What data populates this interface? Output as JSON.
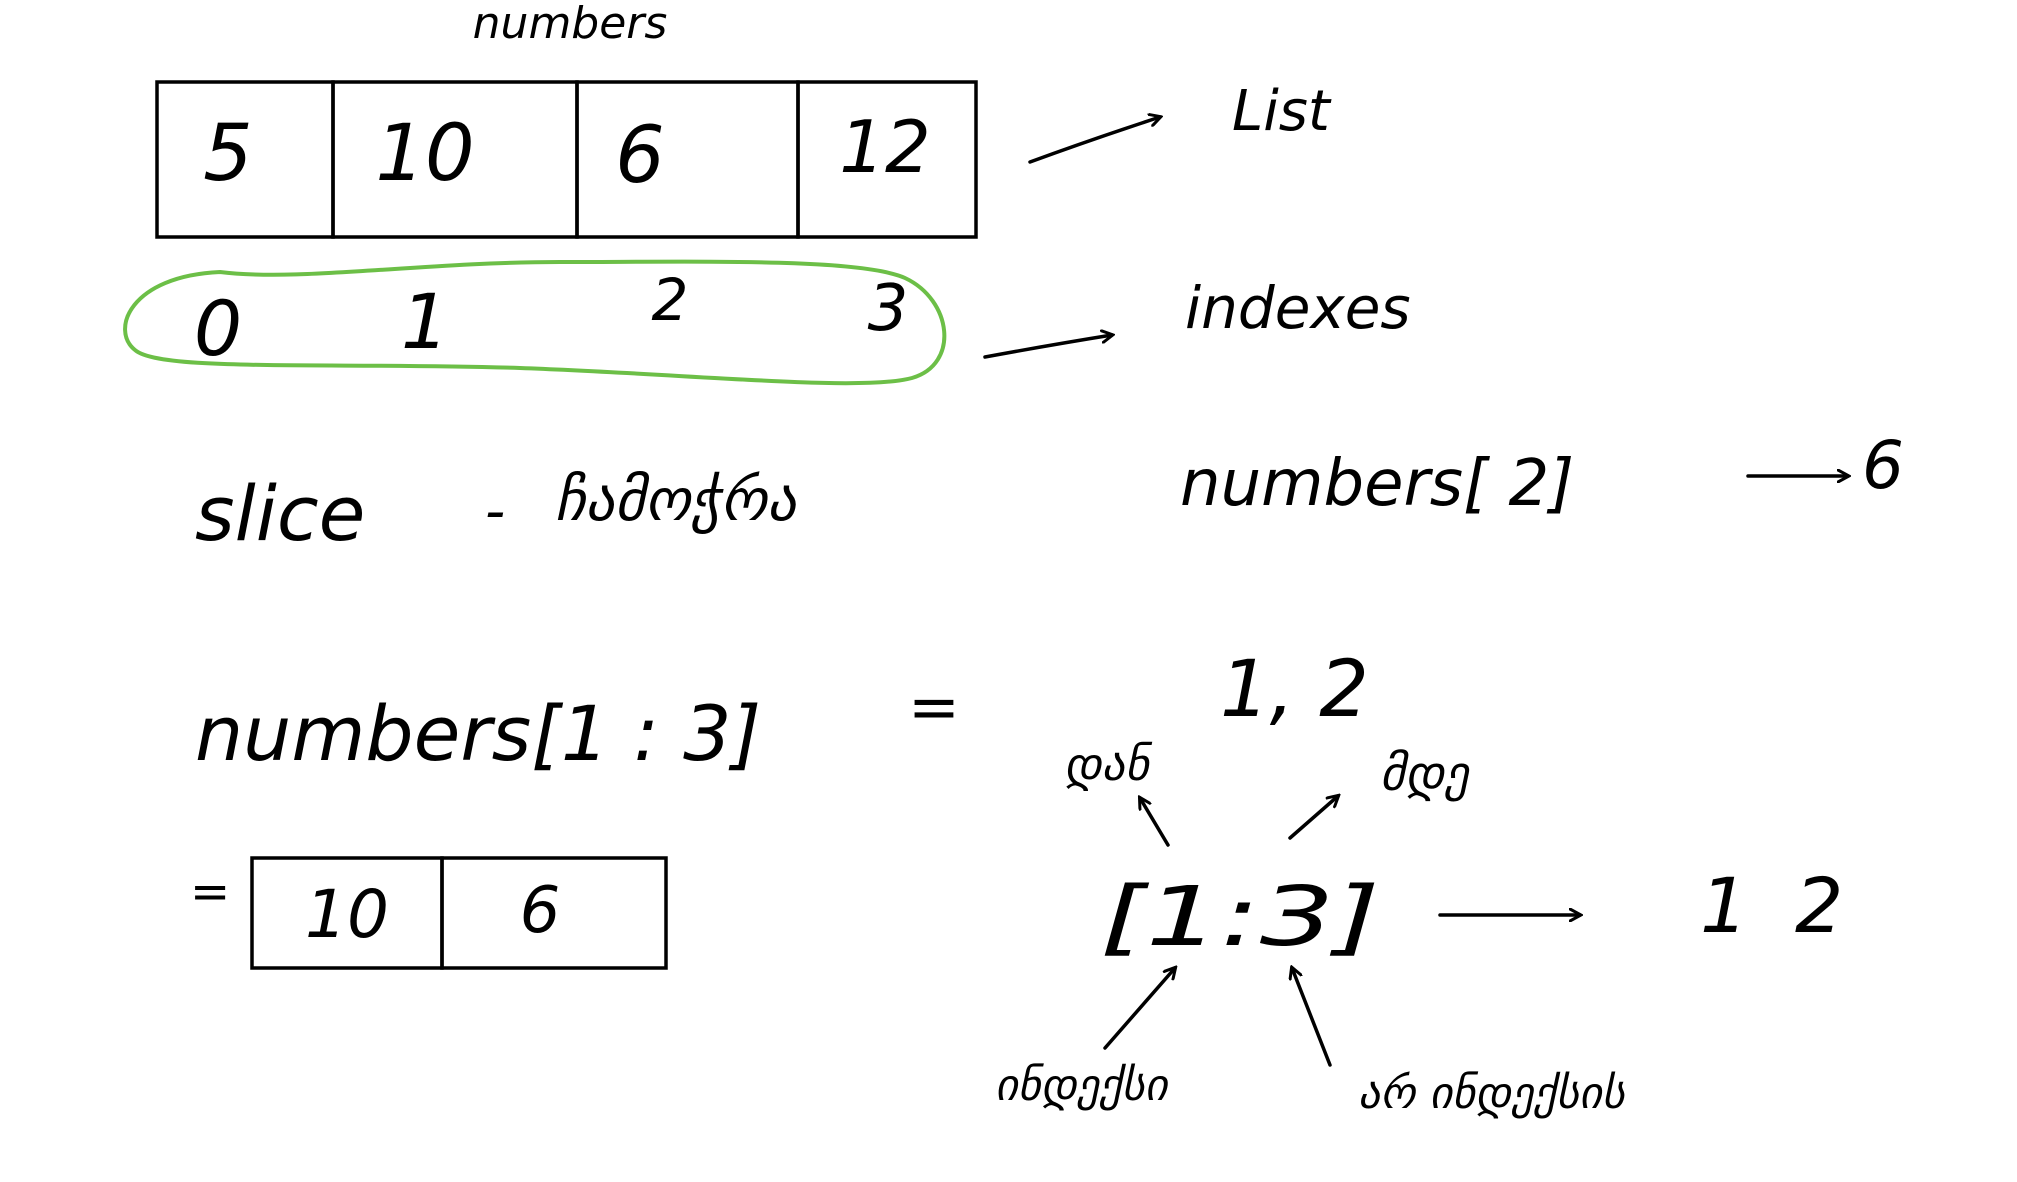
{
  "array_label": "numbers",
  "list": {
    "values": [
      "5",
      "10",
      "6",
      "12"
    ],
    "indexes": [
      "0",
      "1",
      "2",
      "3"
    ],
    "label": "List",
    "indexes_label": "indexes"
  },
  "slice_heading": {
    "term": "slice",
    "dash": "-",
    "georgian": "ჩამოჭრა"
  },
  "index_access": {
    "expression": "numbers[ 2]",
    "result": "6"
  },
  "slice_example": {
    "expression": "numbers[1 : 3]",
    "equals": "=",
    "indices": "1, 2",
    "result_equals": "=",
    "result_values": [
      "10",
      "6"
    ]
  },
  "slice_annotation": {
    "bracket_expr": "[1:3]",
    "start_label": "დან",
    "end_label": "მდე",
    "start_index_label": "ინდექსი",
    "end_index_label": "არ ინდექსის",
    "output_values": [
      "1",
      "2"
    ]
  },
  "colors": {
    "ink": "#000000",
    "highlight": "#6cbf47",
    "background": "#ffffff"
  }
}
